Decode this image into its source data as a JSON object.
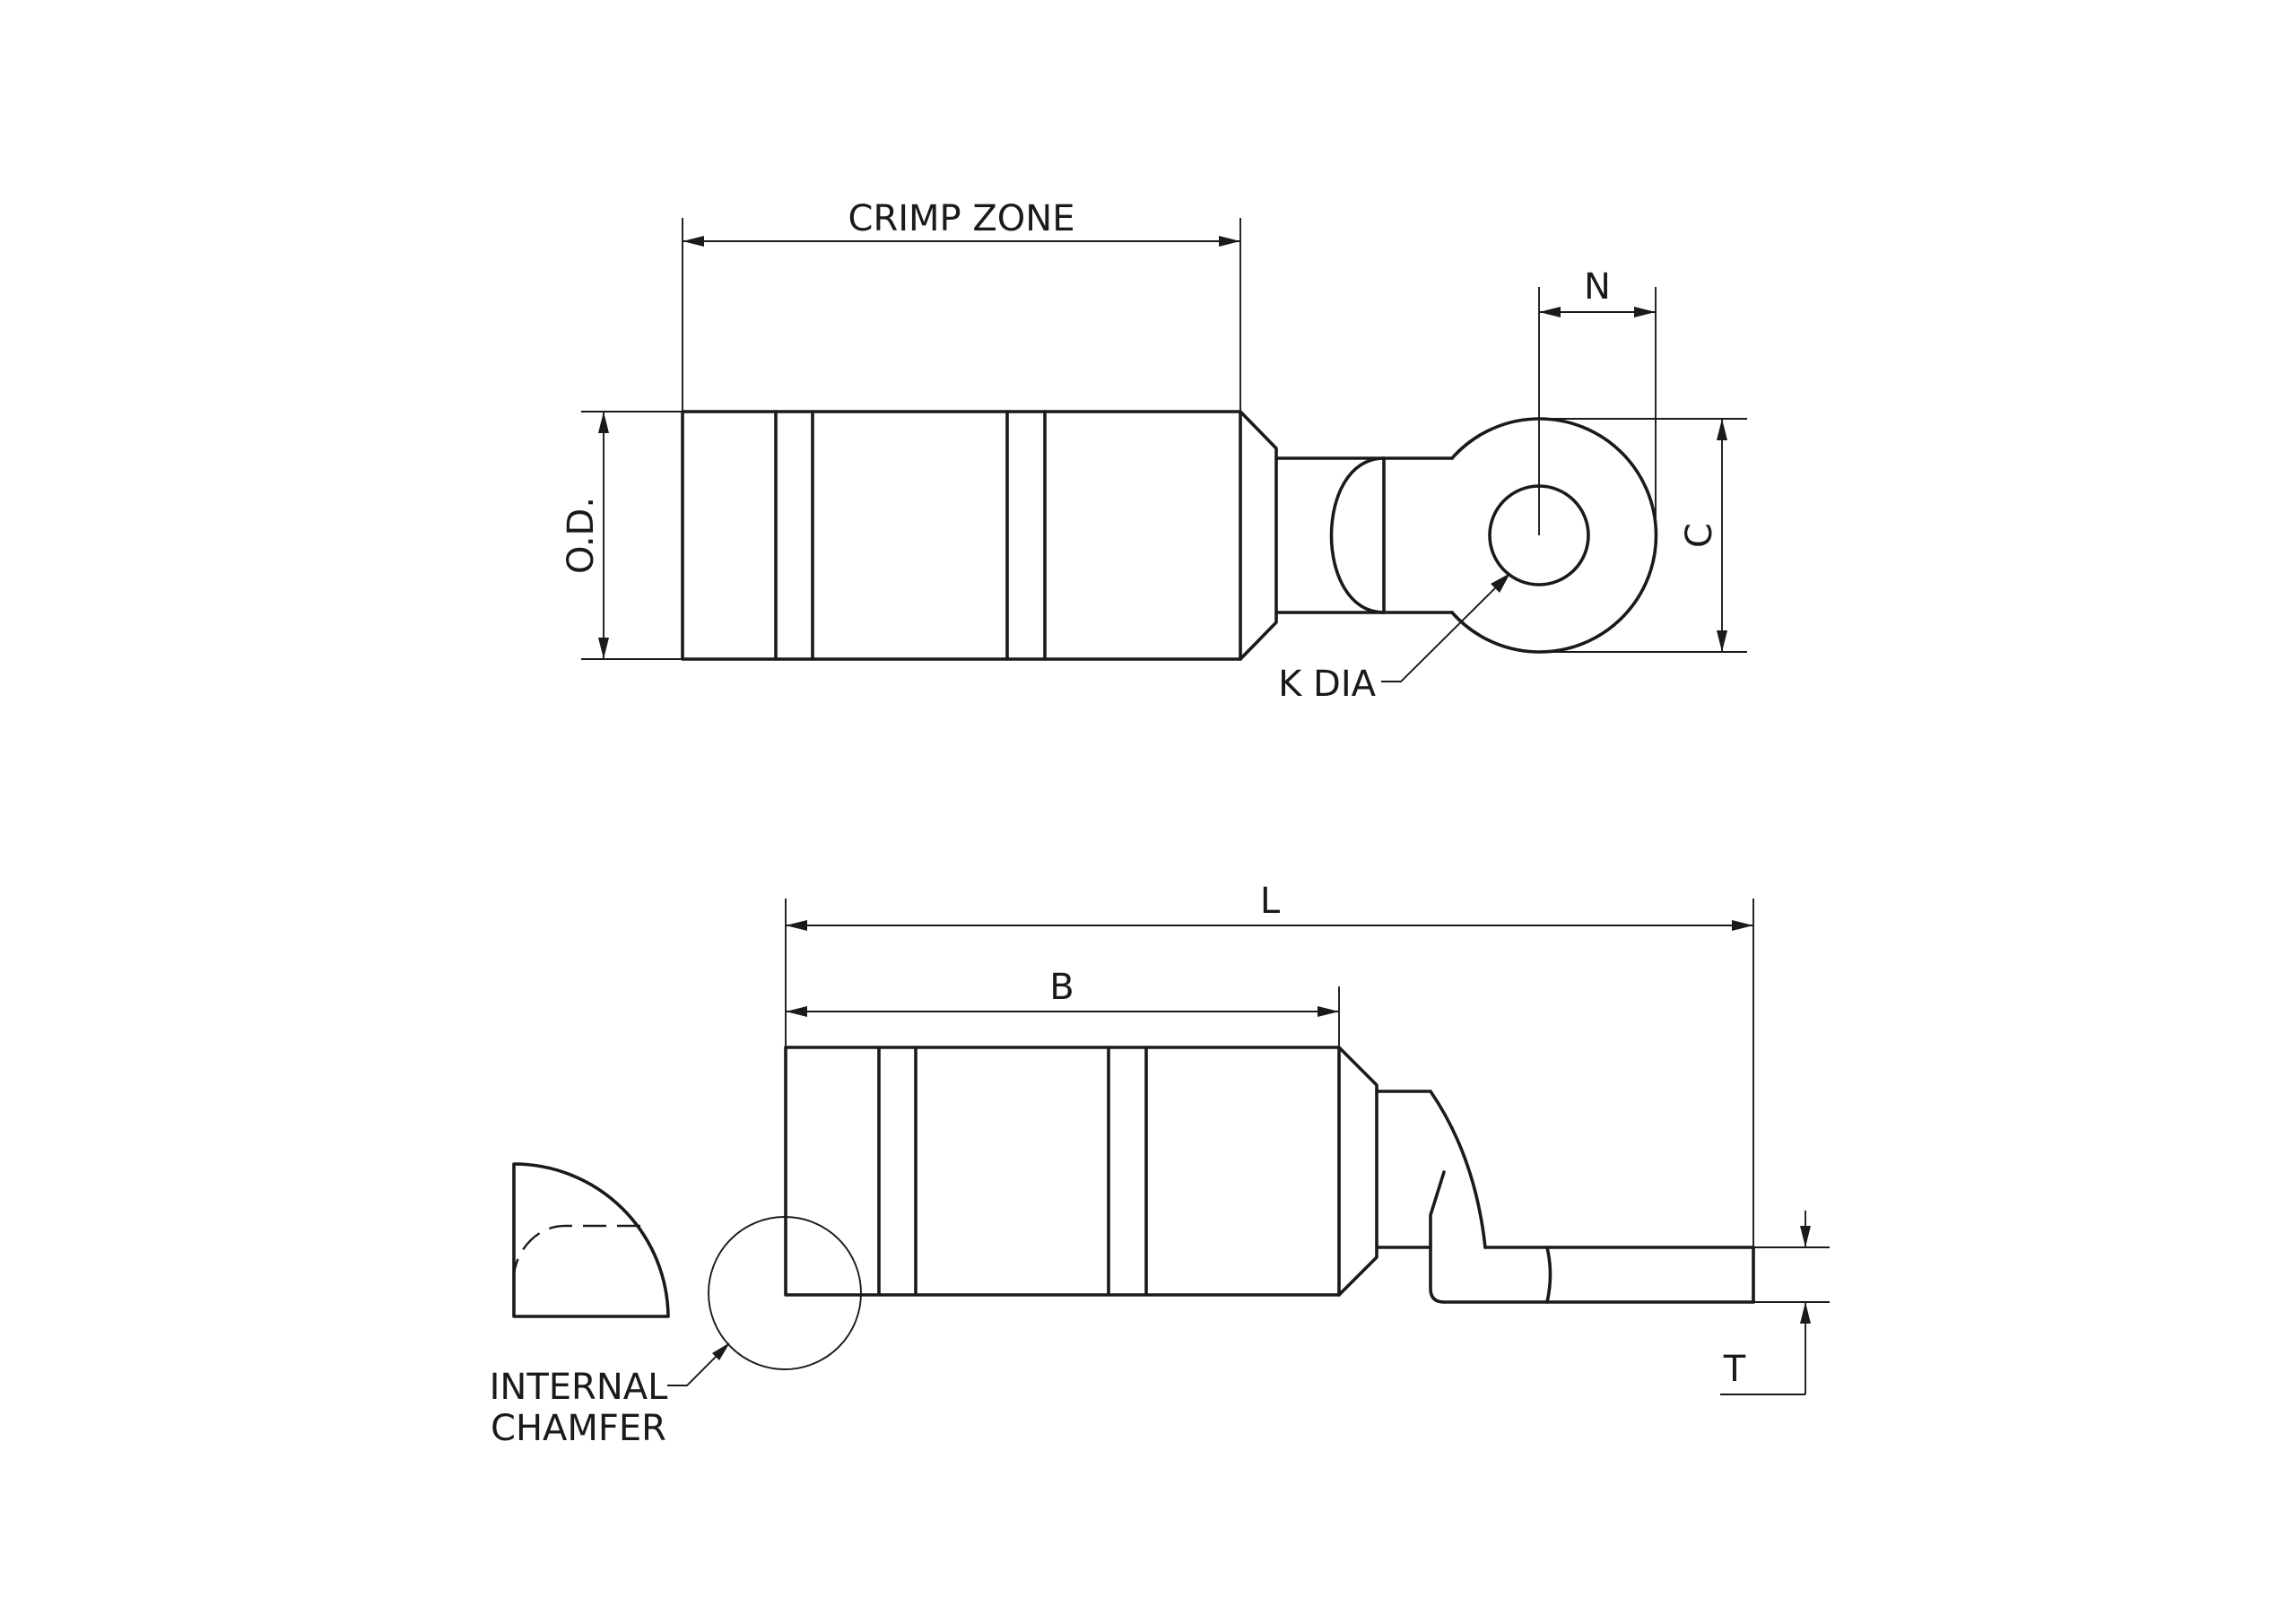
{
  "labels": {
    "crimp_zone": "CRIMP ZONE",
    "od": "O.D.",
    "n": "N",
    "c": "C",
    "k_dia": "K DIA",
    "l": "L",
    "b": "B",
    "t": "T",
    "internal": "INTERNAL",
    "chamfer": "CHAMFER"
  }
}
